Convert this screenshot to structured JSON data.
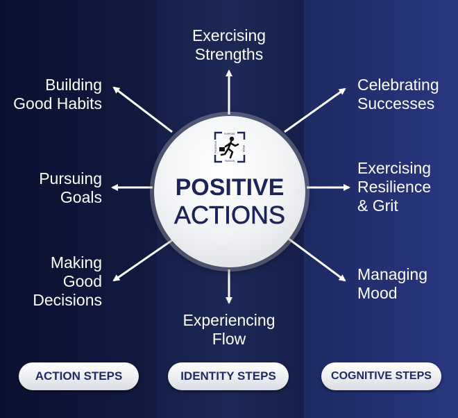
{
  "center": {
    "title_line1": "POSITIVE",
    "title_line2": "ACTIONS",
    "logo_words": [
      "PURPOSE",
      "PRIDE",
      "PASSION",
      "PROGRESS"
    ]
  },
  "actions": {
    "top": [
      "Exercising",
      "Strengths"
    ],
    "bottom": [
      "Experiencing",
      "Flow"
    ],
    "upper_left": [
      "Building",
      "Good Habits"
    ],
    "left": [
      "Pursuing",
      "Goals"
    ],
    "lower_left": [
      "Making",
      "Good",
      "Decisions"
    ],
    "upper_right": [
      "Celebrating",
      "Successes"
    ],
    "right": [
      "Exercising",
      "Resilience",
      "& Grit"
    ],
    "lower_right": [
      "Managing",
      "Mood"
    ]
  },
  "categories": {
    "action": "ACTION STEPS",
    "identity": "IDENTITY STEPS",
    "cognitive": "COGNITIVE STEPS"
  },
  "colors": {
    "left_panel": "#0b1130",
    "middle_panel": "#1d2856",
    "right_panel": "#2a3680",
    "title_text": "#1c2459"
  }
}
